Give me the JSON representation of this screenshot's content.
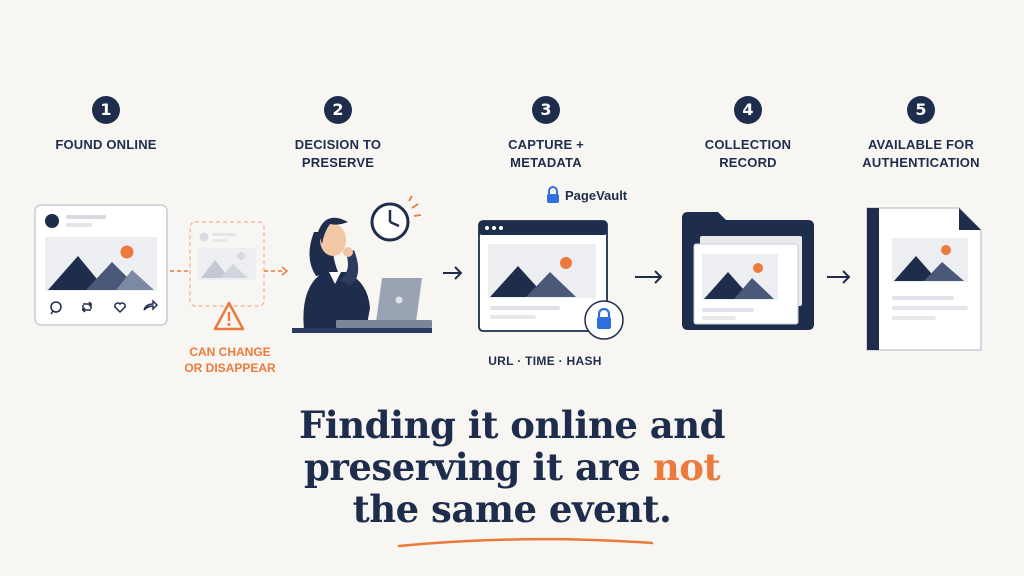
{
  "colors": {
    "navy": "#1f2d4d",
    "orange": "#ec7a3c",
    "background": "#f8f6f2"
  },
  "steps": [
    {
      "number": "1",
      "title": "FOUND ONLINE"
    },
    {
      "number": "2",
      "title": "DECISION TO\nPRESERVE"
    },
    {
      "number": "3",
      "title": "CAPTURE +\nMETADATA"
    },
    {
      "number": "4",
      "title": "COLLECTION\nRECORD"
    },
    {
      "number": "5",
      "title": "AVAILABLE FOR\nAUTHENTICATION"
    }
  ],
  "warning": {
    "text": "CAN CHANGE\nOR DISAPPEAR",
    "icon": "warning-triangle-icon"
  },
  "brand": {
    "name": "PageVault",
    "icon": "lock-icon"
  },
  "capture_metadata": "URL · TIME · HASH",
  "headline": {
    "line1": "Finding it online and",
    "line2_before": "preserving it are ",
    "line2_accent": "not",
    "line3": "the same event."
  }
}
